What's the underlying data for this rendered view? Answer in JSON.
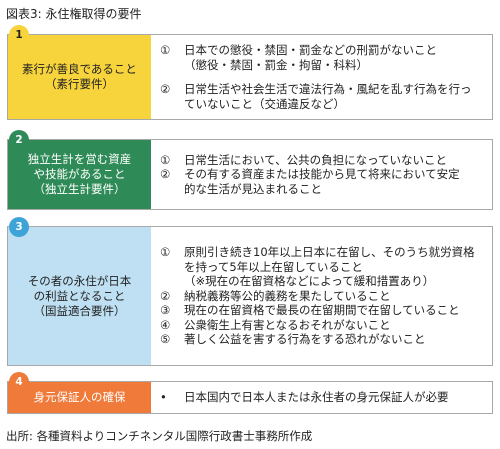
{
  "title": "図表3: 永住権取得の要件",
  "source": "出所: 各種資料よりコンチネンタル国際行政書士事務所作成",
  "requirements": [
    {
      "number": "1",
      "label": [
        "素行が善良であること",
        "（素行要件）"
      ],
      "color": "#f7d43c",
      "text_color": "#222222",
      "items": [
        {
          "marker": "①",
          "lines": [
            "日本での懲役・禁固・罰金などの刑罰がないこと",
            "（懲役・禁固・罰金・拘留・科料）"
          ]
        },
        {
          "marker": "②",
          "lines": [
            "日常生活や社会生活で違法行為・風紀を乱す行為を行っ",
            "ていないこと（交通違反など）"
          ]
        }
      ]
    },
    {
      "number": "2",
      "label": [
        "独立生計を営む資産",
        "や技能があること",
        "（独立生計要件）"
      ],
      "color": "#2e8b57",
      "text_color": "#ffffff",
      "items": [
        {
          "marker": "①",
          "lines": [
            "日常生活において、公共の負担になっていないこと"
          ]
        },
        {
          "marker": "②",
          "lines": [
            "その有する資産または技能から見て将来において安定",
            "的な生活が見込まれること"
          ]
        }
      ]
    },
    {
      "number": "3",
      "label": [
        "その者の永住が日本",
        "の利益となること",
        "（国益適合要件）"
      ],
      "color": "#bfe0f2",
      "text_color": "#222222",
      "badge_color": "#3ea4d8",
      "items": [
        {
          "marker": "①",
          "lines": [
            "原則引き続き10年以上日本に在留し、そのうち就労資格",
            "を持って5年以上在留していること",
            "（※現在の在留資格などによって緩和措置あり）"
          ]
        },
        {
          "marker": "②",
          "lines": [
            "納税義務等公的義務を果たしていること"
          ]
        },
        {
          "marker": "③",
          "lines": [
            "現在の在留資格で最長の在留期間で在留していること"
          ]
        },
        {
          "marker": "④",
          "lines": [
            "公衆衛生上有害となるおそれがないこと"
          ]
        },
        {
          "marker": "⑤",
          "lines": [
            "著しく公益を害する行為をする恐れがないこと"
          ]
        }
      ]
    },
    {
      "number": "4",
      "label": [
        "身元保証人の確保"
      ],
      "color": "#f07a3a",
      "text_color": "#ffffff",
      "items": [
        {
          "marker": "•",
          "lines": [
            "日本国内で日本人または永住者の身元保証人が必要"
          ]
        }
      ]
    }
  ]
}
